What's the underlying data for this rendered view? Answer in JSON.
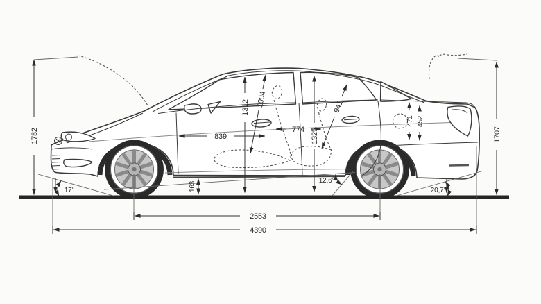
{
  "dimensions": {
    "overall_length": "4390",
    "wheelbase": "2553",
    "height_with_hood_open": "1782",
    "height_with_trunk_open": "1707",
    "front_interior_height": "1312",
    "front_headroom_diagonal": "1004",
    "front_legroom": "839",
    "rear_legroom": "774",
    "rear_headroom_diagonal": "941",
    "rear_interior_height": "1325",
    "trunk_height_upper": "471",
    "trunk_height_lower": "452",
    "ground_clearance": "163"
  },
  "angles": {
    "approach": "17°",
    "ramp_breakover": "12,6°",
    "departure": "20,7°"
  },
  "colors": {
    "line": "#3a3a3a",
    "ground": "#262626",
    "background": "#fbfbf9",
    "tire": "#2a2a2a",
    "rim": "#c7c7c7"
  }
}
